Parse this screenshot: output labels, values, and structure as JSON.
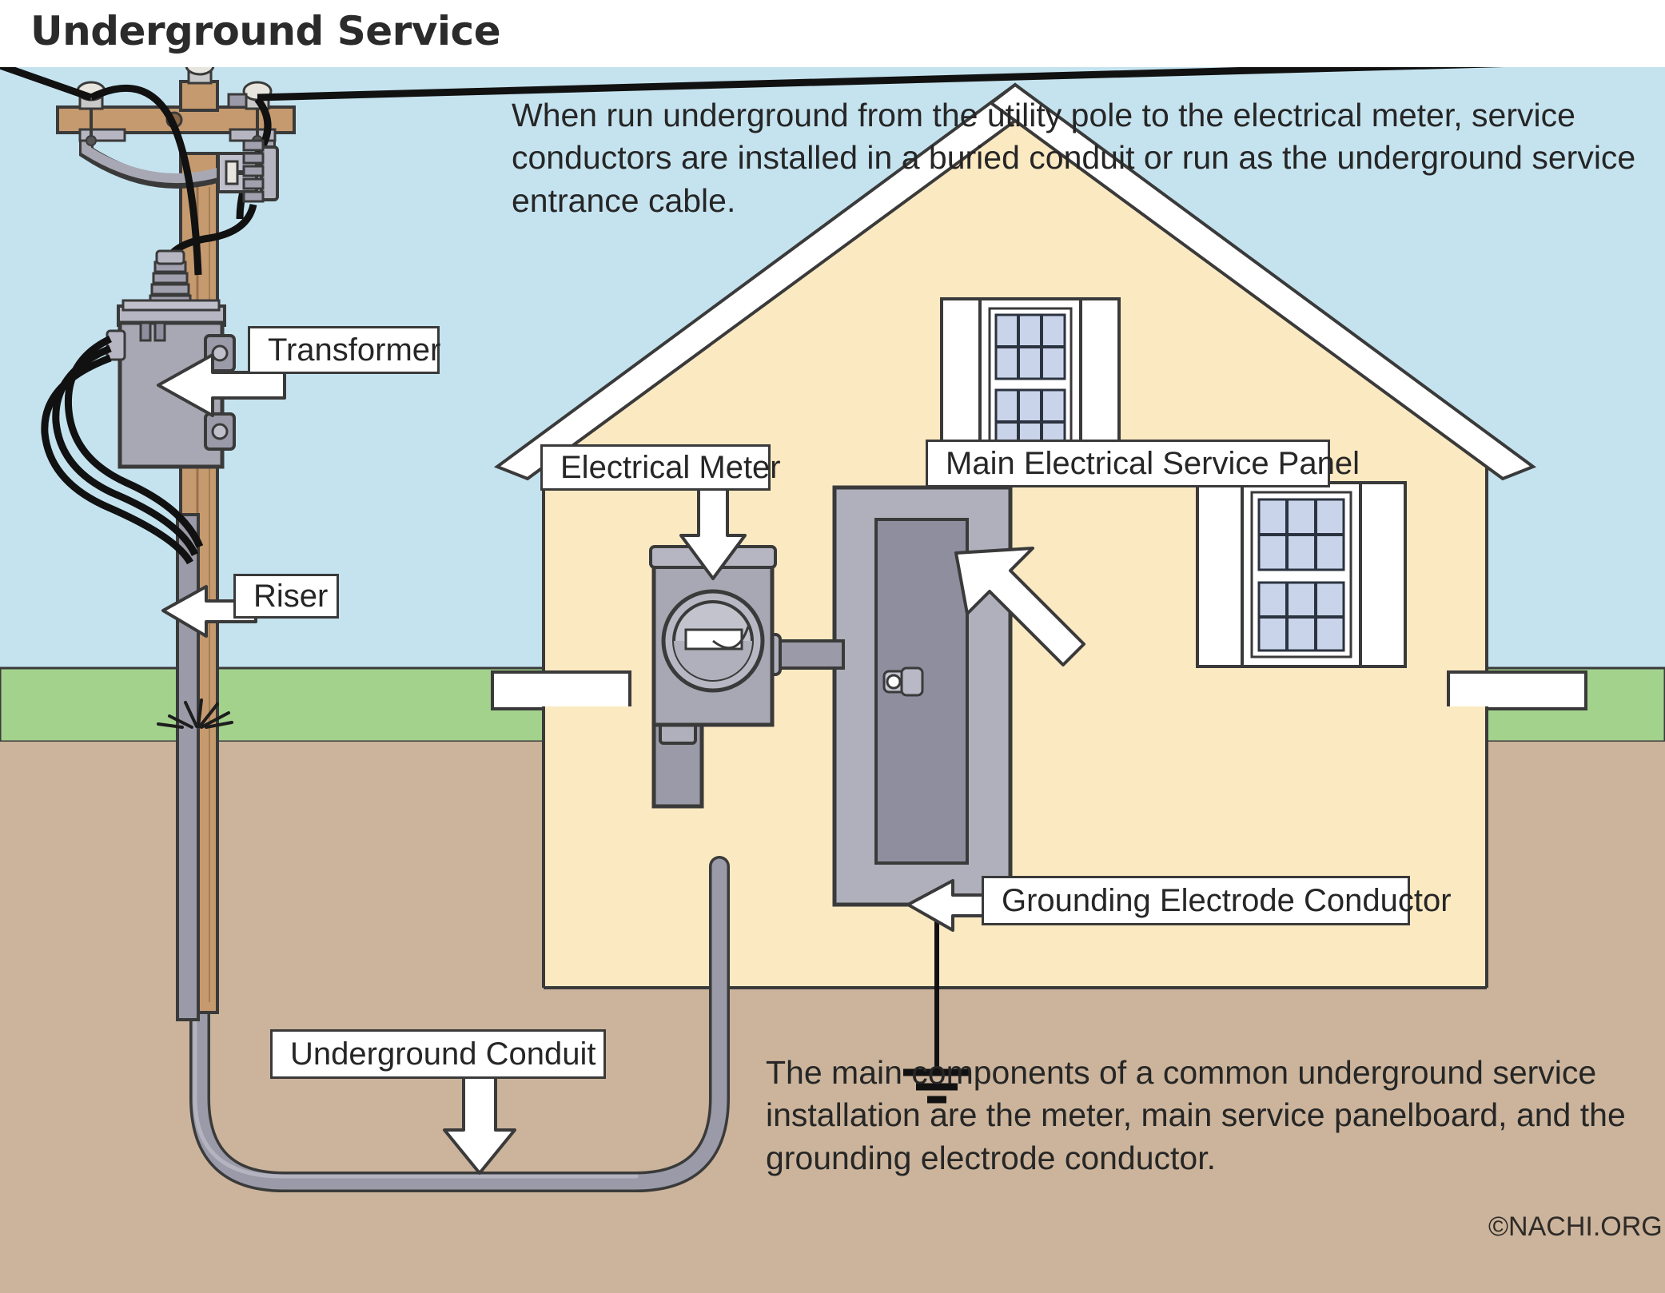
{
  "title": "Underground Service",
  "paragraphs": {
    "top": "When run underground from the utility pole to the electrical meter, service conductors are installed in a buried conduit or run as the underground service entrance cable.",
    "bottom": "The main components of a common underground service installation are the meter, main service panelboard, and the grounding electrode conductor."
  },
  "labels": {
    "transformer": "Transformer",
    "riser": "Riser",
    "electrical_meter": "Electrical Meter",
    "main_panel": "Main Electrical Service Panel",
    "grounding_electrode_conductor": "Grounding Electrode Conductor",
    "underground_conduit": "Underground Conduit"
  },
  "credit": "©NACHI.ORG",
  "colors": {
    "sky": "#c5e3ef",
    "grass": "#a3d28d",
    "soil": "#cbb49b",
    "house_wall": "#fbe9c2",
    "roof_trim": "#ffffff",
    "pole_wood": "#c59a6e",
    "conduit_gray": "#9a9aa8",
    "equipment_gray": "#a8a8b4",
    "panel_door_gray": "#8e8e9e",
    "window_glass": "#c9d4ea",
    "outline": "#3a3a3a",
    "wire_black": "#111111",
    "label_border": "#3a3a3a",
    "text": "#262626"
  },
  "scene_elements": {
    "utility_pole": "utility-pole",
    "crossarm": "crossarm",
    "insulators": "insulator",
    "transformer": "pole-mounted-transformer",
    "cutout_fuse": "fuse-cutout",
    "riser_conduit": "riser-conduit",
    "service_drop_wires": "overhead-wires",
    "grass_tuft": "grass-tuft",
    "house": "house",
    "roof": "gable-roof",
    "eave_left": "eave-block-left",
    "eave_right": "eave-block-right",
    "window_upper": "window-upper",
    "window_lower": "window-lower",
    "electrical_meter": "electrical-meter",
    "meter_dial": "meter-dial",
    "service_panel": "main-service-panel",
    "panel_door_latch": "panel-latch",
    "underground_conduit": "underground-conduit",
    "ground_electrode": "ground-symbol"
  }
}
